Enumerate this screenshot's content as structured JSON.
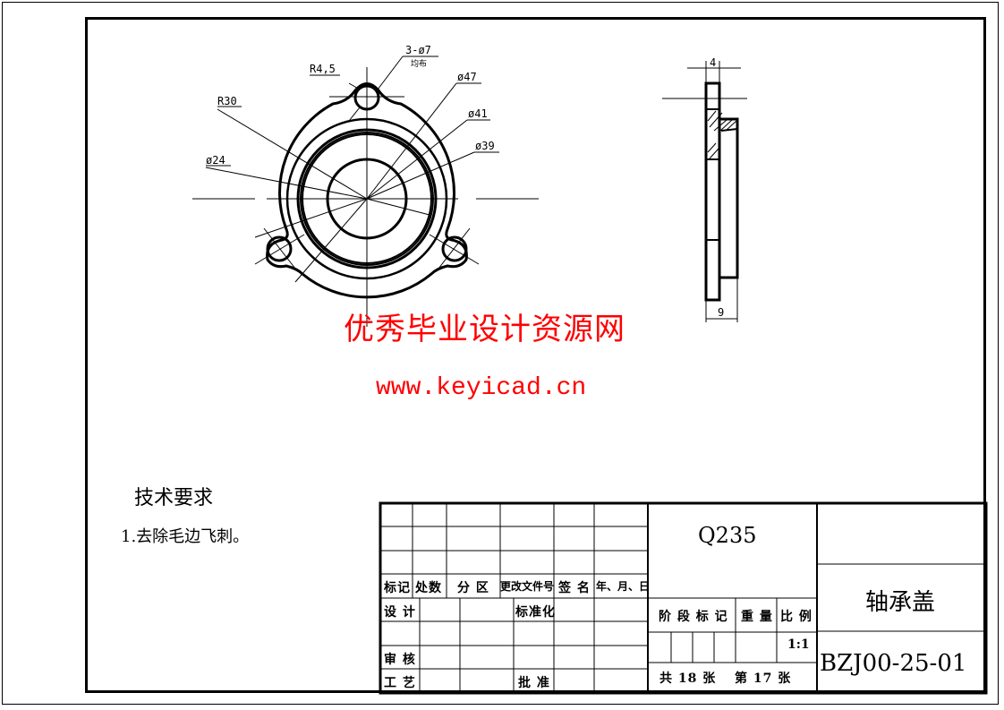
{
  "drawing": {
    "front_view_dims": {
      "r30": "R30",
      "r45": "R4,5",
      "holes": "3-ø7",
      "holes_note": "均布",
      "d47": "ø47",
      "d41": "ø41",
      "d39": "ø39",
      "d24": "ø24"
    },
    "side_view_dims": {
      "thickness": "4",
      "total_width": "9"
    }
  },
  "watermark": {
    "text_cn": "优秀毕业设计资源网",
    "url": "www.keyicad.cn",
    "color": "#ff0000"
  },
  "technical_requirements": {
    "title": "技术要求",
    "items": [
      "1.去除毛边飞刺。"
    ]
  },
  "title_block": {
    "material": "Q235",
    "part_name": "轴承盖",
    "drawing_number": "BZJ00-25-01",
    "revision_headers": [
      "标记",
      "处数",
      "分 区",
      "更改文件号",
      "签 名",
      "年、月、日"
    ],
    "labels": {
      "design": "设 计",
      "standardization": "标准化",
      "review": "审 核",
      "process": "工 艺",
      "approve": "批 准",
      "stage_mark": "阶 段 标 记",
      "weight": "重 量",
      "scale": "比 例"
    },
    "scale_value": "1:1",
    "sheets_total": "共 18 张",
    "sheet_number": "第 17 张"
  }
}
